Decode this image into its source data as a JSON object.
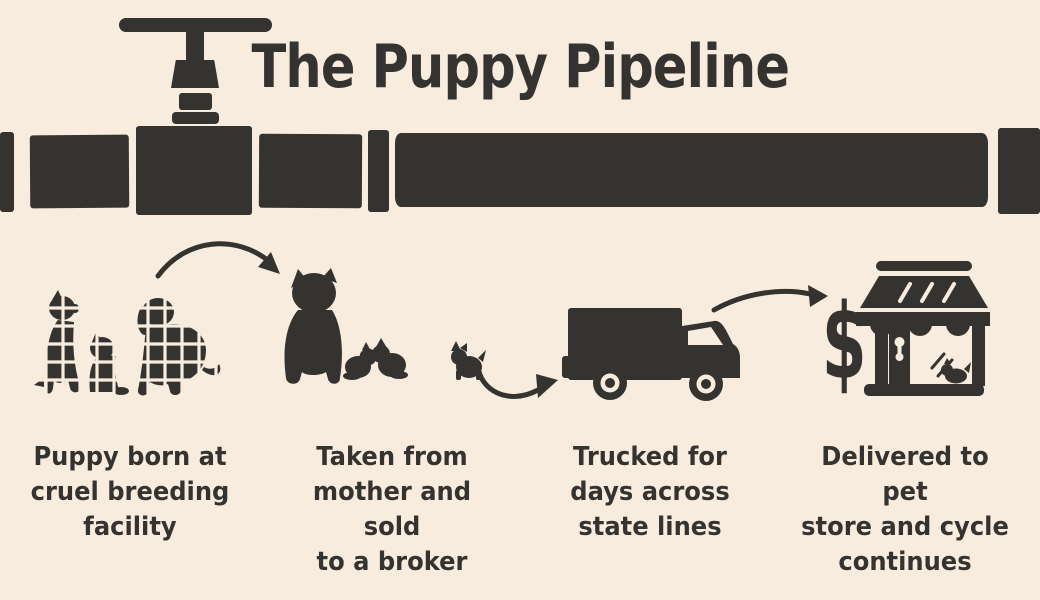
{
  "title": "The Puppy Pipeline",
  "dollar_sign": "$",
  "colors": {
    "background": "#f8ecdf",
    "ink": "#35332f"
  },
  "pipeline": {
    "pipe_icon": "pipeline-pipe-icon",
    "valve_icon": "pipe-valve-icon"
  },
  "steps": [
    {
      "id": "breeding-facility",
      "icon": "caged-dogs-icon",
      "lines": [
        "Puppy born at",
        "cruel breeding",
        "facility"
      ]
    },
    {
      "id": "broker",
      "icon": "mother-and-puppies-icon",
      "lines": [
        "Taken from",
        "mother and sold",
        "to a broker"
      ]
    },
    {
      "id": "transport",
      "icon": "delivery-truck-icon",
      "lines": [
        "Trucked for",
        "days across",
        "state lines"
      ]
    },
    {
      "id": "pet-store",
      "icon": "pet-store-icon",
      "lines": [
        "Delivered to pet",
        "store and cycle",
        "continues"
      ]
    }
  ]
}
